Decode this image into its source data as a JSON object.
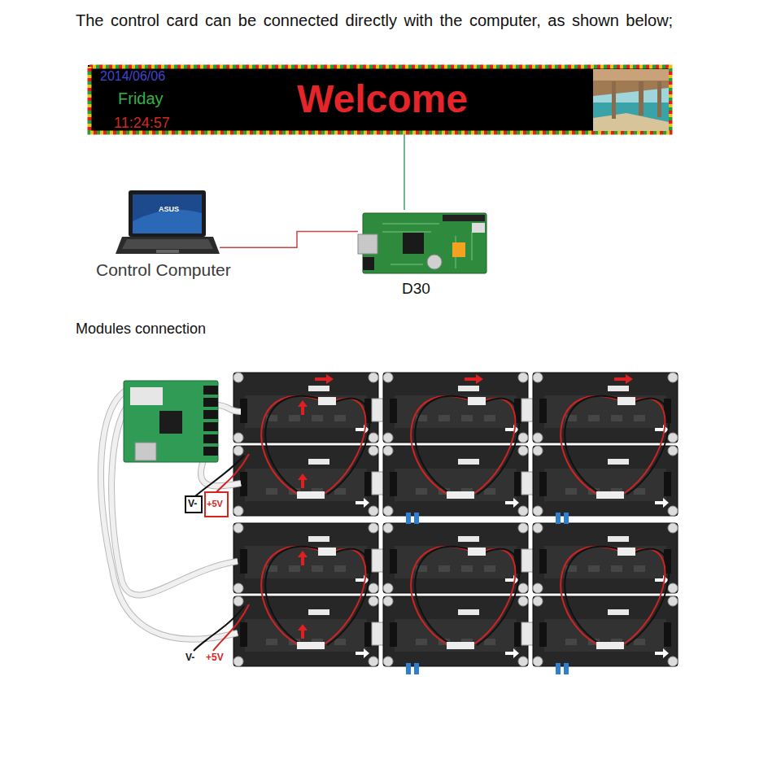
{
  "diagram": {
    "title": "The control card can be connected directly with the computer, as shown below;",
    "nodes": [
      {
        "text": [
          "2014/06/06",
          "Friday",
          "11:24:57",
          "Welcome"
        ]
      },
      {
        "text": [
          "Control Computer"
        ]
      },
      {
        "text": [
          "D30"
        ]
      },
      {
        "text": [
          "V-"
        ]
      },
      {
        "text": [
          "+5V"
        ]
      }
    ],
    "edges": [
      {
        "from": 1,
        "to": 2,
        "arrow": "none"
      },
      {
        "from": 2,
        "to": 0,
        "arrow": "none"
      }
    ],
    "labels": [
      "Modules connection",
      "ASUS",
      "V-",
      "+5V"
    ]
  }
}
